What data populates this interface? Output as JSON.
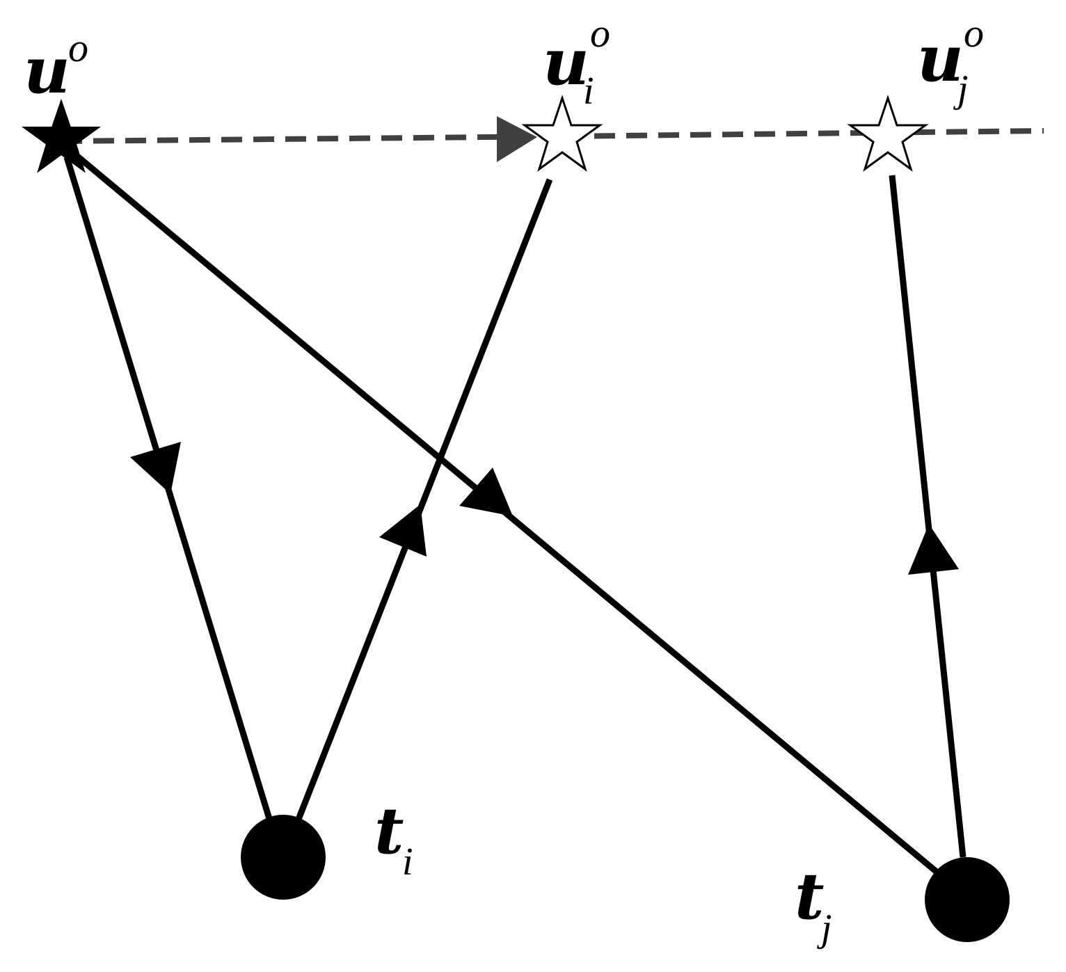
{
  "colors": {
    "line": "#000000",
    "dashed_line": "#404040",
    "background": "#ffffff"
  },
  "nodes": [
    {
      "id": "u_o",
      "shape": "star-filled",
      "label": {
        "main": "u",
        "sup": "o",
        "sub": ""
      }
    },
    {
      "id": "u_i_o",
      "shape": "star-hollow",
      "label": {
        "main": "u",
        "sup": "o",
        "sub": "i"
      }
    },
    {
      "id": "u_j_o",
      "shape": "star-hollow",
      "label": {
        "main": "u",
        "sup": "o",
        "sub": "j"
      }
    },
    {
      "id": "t_i",
      "shape": "circle-filled",
      "label": {
        "main": "t",
        "sup": "",
        "sub": "i"
      }
    },
    {
      "id": "t_j",
      "shape": "circle-filled",
      "label": {
        "main": "t",
        "sup": "",
        "sub": "j"
      }
    }
  ],
  "edges": [
    {
      "from": "u_o",
      "to": "u_i_o",
      "style": "dashed",
      "arrow": "forward"
    },
    {
      "from": "u_i_o",
      "to": "u_j_o",
      "style": "dashed",
      "arrow": "none"
    },
    {
      "from": "u_o",
      "to": "t_i",
      "style": "solid",
      "arrow": "forward"
    },
    {
      "from": "t_i",
      "to": "u_i_o",
      "style": "solid",
      "arrow": "forward"
    },
    {
      "from": "u_o",
      "to": "t_j",
      "style": "solid",
      "arrow": "forward"
    },
    {
      "from": "t_j",
      "to": "u_j_o",
      "style": "solid",
      "arrow": "forward"
    }
  ]
}
